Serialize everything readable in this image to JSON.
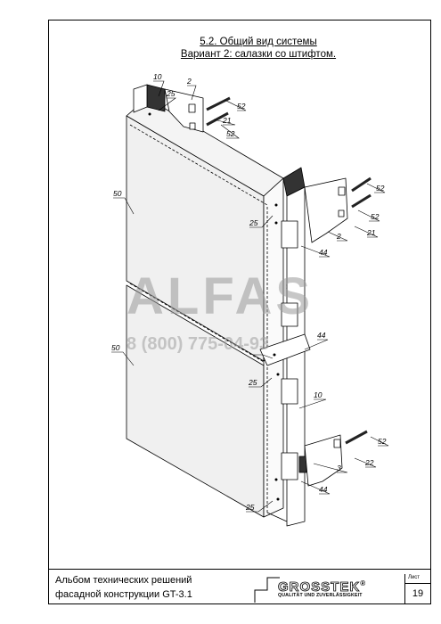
{
  "title": {
    "line1": "5.2.  Общий вид системы",
    "line2": "Вариант 2: салазки со штифтом."
  },
  "callouts": [
    "10",
    "2",
    "25",
    "52",
    "21",
    "52",
    "50",
    "52",
    "25",
    "52",
    "2",
    "21",
    "44",
    "44",
    "50",
    "25",
    "10",
    "52",
    "3",
    "22",
    "44",
    "25"
  ],
  "watermark": {
    "brand": "ALFAS",
    "phone": "8 (800) 775-04-93"
  },
  "footer": {
    "album_line1": "Альбом технических решений",
    "album_line2": "фасадной конструкции GT-3.1",
    "logo_name": "GROSSTEK",
    "logo_reg": "®",
    "logo_tagline": "QUALITÄT UND ZUVERLÄSSIGKEIT",
    "sheet_label": "Лист",
    "sheet_number": "19"
  }
}
